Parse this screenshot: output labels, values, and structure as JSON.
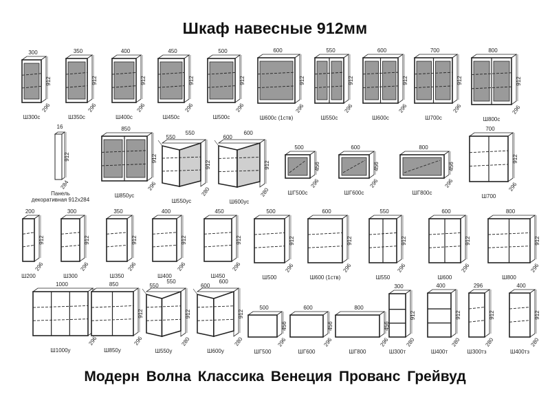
{
  "title": "Шкаф навесные 912мм",
  "footer": "Модерн Волна Классика   Венеция   Прованс  Грейвуд",
  "colors": {
    "line": "#222222",
    "glass": "#9a9a9a",
    "dim": "#555555",
    "background": "#ffffff"
  },
  "cabinets": [
    {
      "code": "Ш300с",
      "width": "300",
      "height": "912",
      "depth": "296",
      "type": "glass"
    },
    {
      "code": "Ш350с",
      "width": "350",
      "height": "912",
      "depth": "296",
      "type": "glass"
    },
    {
      "code": "Ш400с",
      "width": "400",
      "height": "912",
      "depth": "296",
      "type": "glass"
    },
    {
      "code": "Ш450с",
      "width": "450",
      "height": "912",
      "depth": "296",
      "type": "glass"
    },
    {
      "code": "Ш500с",
      "width": "500",
      "height": "912",
      "depth": "296",
      "type": "glass"
    },
    {
      "code": "Ш600с (1ств)",
      "width": "600",
      "height": "912",
      "depth": "296",
      "type": "glass"
    },
    {
      "code": "Ш550с",
      "width": "550",
      "height": "912",
      "depth": "296",
      "type": "glass2"
    },
    {
      "code": "Ш600с",
      "width": "600",
      "height": "912",
      "depth": "296",
      "type": "glass2"
    },
    {
      "code": "Ш700с",
      "width": "700",
      "height": "912",
      "depth": "296",
      "type": "glass2"
    },
    {
      "code": "Ш800с",
      "width": "800",
      "height": "912",
      "depth": "296",
      "type": "glass2"
    },
    {
      "code": "Панель декоративная 912х284",
      "width": "16",
      "height": "912",
      "depth": "284",
      "type": "panel"
    },
    {
      "code": "Ш850ус",
      "width": "850",
      "height": "912",
      "depth": "296",
      "type": "glass2"
    },
    {
      "code": "Ш550ус",
      "width": "550",
      "width2": "550",
      "height": "912",
      "depth": "280",
      "type": "corner-glass"
    },
    {
      "code": "Ш600ус",
      "width": "600",
      "width2": "600",
      "height": "912",
      "depth": "280",
      "type": "corner-glass"
    },
    {
      "code": "ШГ500с",
      "width": "500",
      "height": "456",
      "depth": "296",
      "type": "hglass"
    },
    {
      "code": "ШГ600с",
      "width": "600",
      "height": "456",
      "depth": "296",
      "type": "hglass"
    },
    {
      "code": "ШГ800с",
      "width": "800",
      "height": "456",
      "depth": "296",
      "type": "hglass"
    },
    {
      "code": "Ш700",
      "width": "700",
      "height": "912",
      "depth": "296",
      "type": "solid2"
    },
    {
      "code": "Ш200",
      "width": "200",
      "height": "912",
      "depth": "296",
      "type": "solid"
    },
    {
      "code": "Ш300",
      "width": "300",
      "height": "912",
      "depth": "296",
      "type": "solid"
    },
    {
      "code": "Ш350",
      "width": "350",
      "height": "912",
      "depth": "296",
      "type": "solid"
    },
    {
      "code": "Ш400",
      "width": "400",
      "height": "912",
      "depth": "296",
      "type": "solid"
    },
    {
      "code": "Ш450",
      "width": "450",
      "height": "912",
      "depth": "296",
      "type": "solid"
    },
    {
      "code": "Ш500",
      "width": "500",
      "height": "912",
      "depth": "296",
      "type": "solid"
    },
    {
      "code": "Ш600 (1ств)",
      "width": "600",
      "height": "912",
      "depth": "296",
      "type": "solid"
    },
    {
      "code": "Ш550",
      "width": "550",
      "height": "912",
      "depth": "296",
      "type": "solid2"
    },
    {
      "code": "Ш600",
      "width": "600",
      "height": "912",
      "depth": "296",
      "type": "solid2"
    },
    {
      "code": "Ш800",
      "width": "800",
      "height": "912",
      "depth": "296",
      "type": "solid2"
    },
    {
      "code": "Ш1000у",
      "width": "1000",
      "height": "912",
      "depth": "296",
      "type": "solid3"
    },
    {
      "code": "Ш850у",
      "width": "850",
      "height": "912",
      "depth": "296",
      "type": "solid2"
    },
    {
      "code": "Ш550у",
      "width": "550",
      "width2": "550",
      "height": "912",
      "depth": "280",
      "type": "corner"
    },
    {
      "code": "Ш600у",
      "width": "600",
      "width2": "600",
      "height": "912",
      "depth": "280",
      "type": "corner"
    },
    {
      "code": "ШГ500",
      "width": "500",
      "height": "456",
      "depth": "296",
      "type": "hsolid"
    },
    {
      "code": "ШГ600",
      "width": "600",
      "height": "456",
      "depth": "296",
      "type": "hsolid"
    },
    {
      "code": "ШГ800",
      "width": "800",
      "height": "456",
      "depth": "296",
      "type": "hsolid"
    },
    {
      "code": "Ш300т",
      "width": "300",
      "height": "912",
      "depth": "280",
      "type": "open"
    },
    {
      "code": "Ш400т",
      "width": "400",
      "height": "912",
      "depth": "280",
      "type": "open"
    },
    {
      "code": "Ш300тз",
      "width": "296",
      "height": "912",
      "depth": "280",
      "type": "solid"
    },
    {
      "code": "Ш400тз",
      "width": "400",
      "height": "912",
      "depth": "280",
      "type": "solid"
    }
  ]
}
